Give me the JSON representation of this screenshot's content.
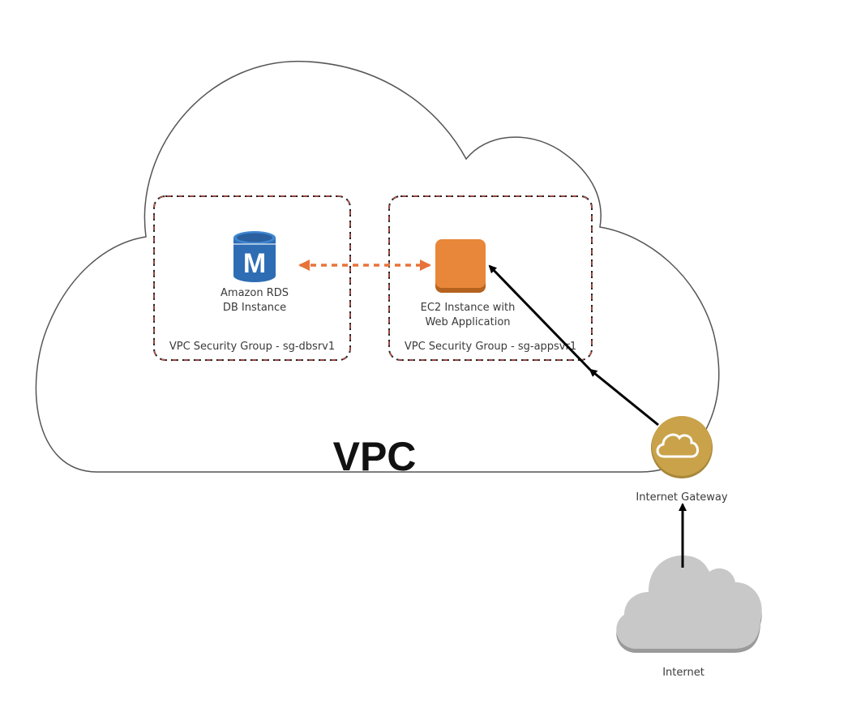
{
  "diagram": {
    "vpc": {
      "label": "VPC"
    },
    "security_groups": [
      {
        "label": "VPC Security Group - sg-dbsrv1",
        "resource": {
          "type": "Amazon RDS",
          "icon": "rds-database-icon",
          "icon_letter": "M",
          "label_line1": "Amazon RDS",
          "label_line2": "DB Instance",
          "color": "#2e6db4"
        }
      },
      {
        "label": "VPC Security Group - sg-appsvr1",
        "resource": {
          "type": "EC2",
          "icon": "ec2-instance-icon",
          "label_line1": "EC2 Instance with",
          "label_line2": "Web Application",
          "color": "#e8873a"
        }
      }
    ],
    "internet_gateway": {
      "label": "Internet Gateway",
      "icon": "gateway-cloud-icon",
      "color": "#c9a24a"
    },
    "internet": {
      "label": "Internet",
      "icon": "internet-cloud-icon",
      "color": "#c8c8c8"
    },
    "connections": [
      {
        "from": "EC2 Instance",
        "to": "Amazon RDS DB Instance",
        "style": "dashed",
        "direction": "bidirectional",
        "color": "#e8733a"
      },
      {
        "from": "Internet Gateway",
        "to": "EC2 Instance",
        "style": "solid",
        "direction": "forward",
        "color": "#000000"
      },
      {
        "from": "Internet",
        "to": "Internet Gateway",
        "style": "solid",
        "direction": "forward",
        "color": "#000000"
      }
    ]
  }
}
